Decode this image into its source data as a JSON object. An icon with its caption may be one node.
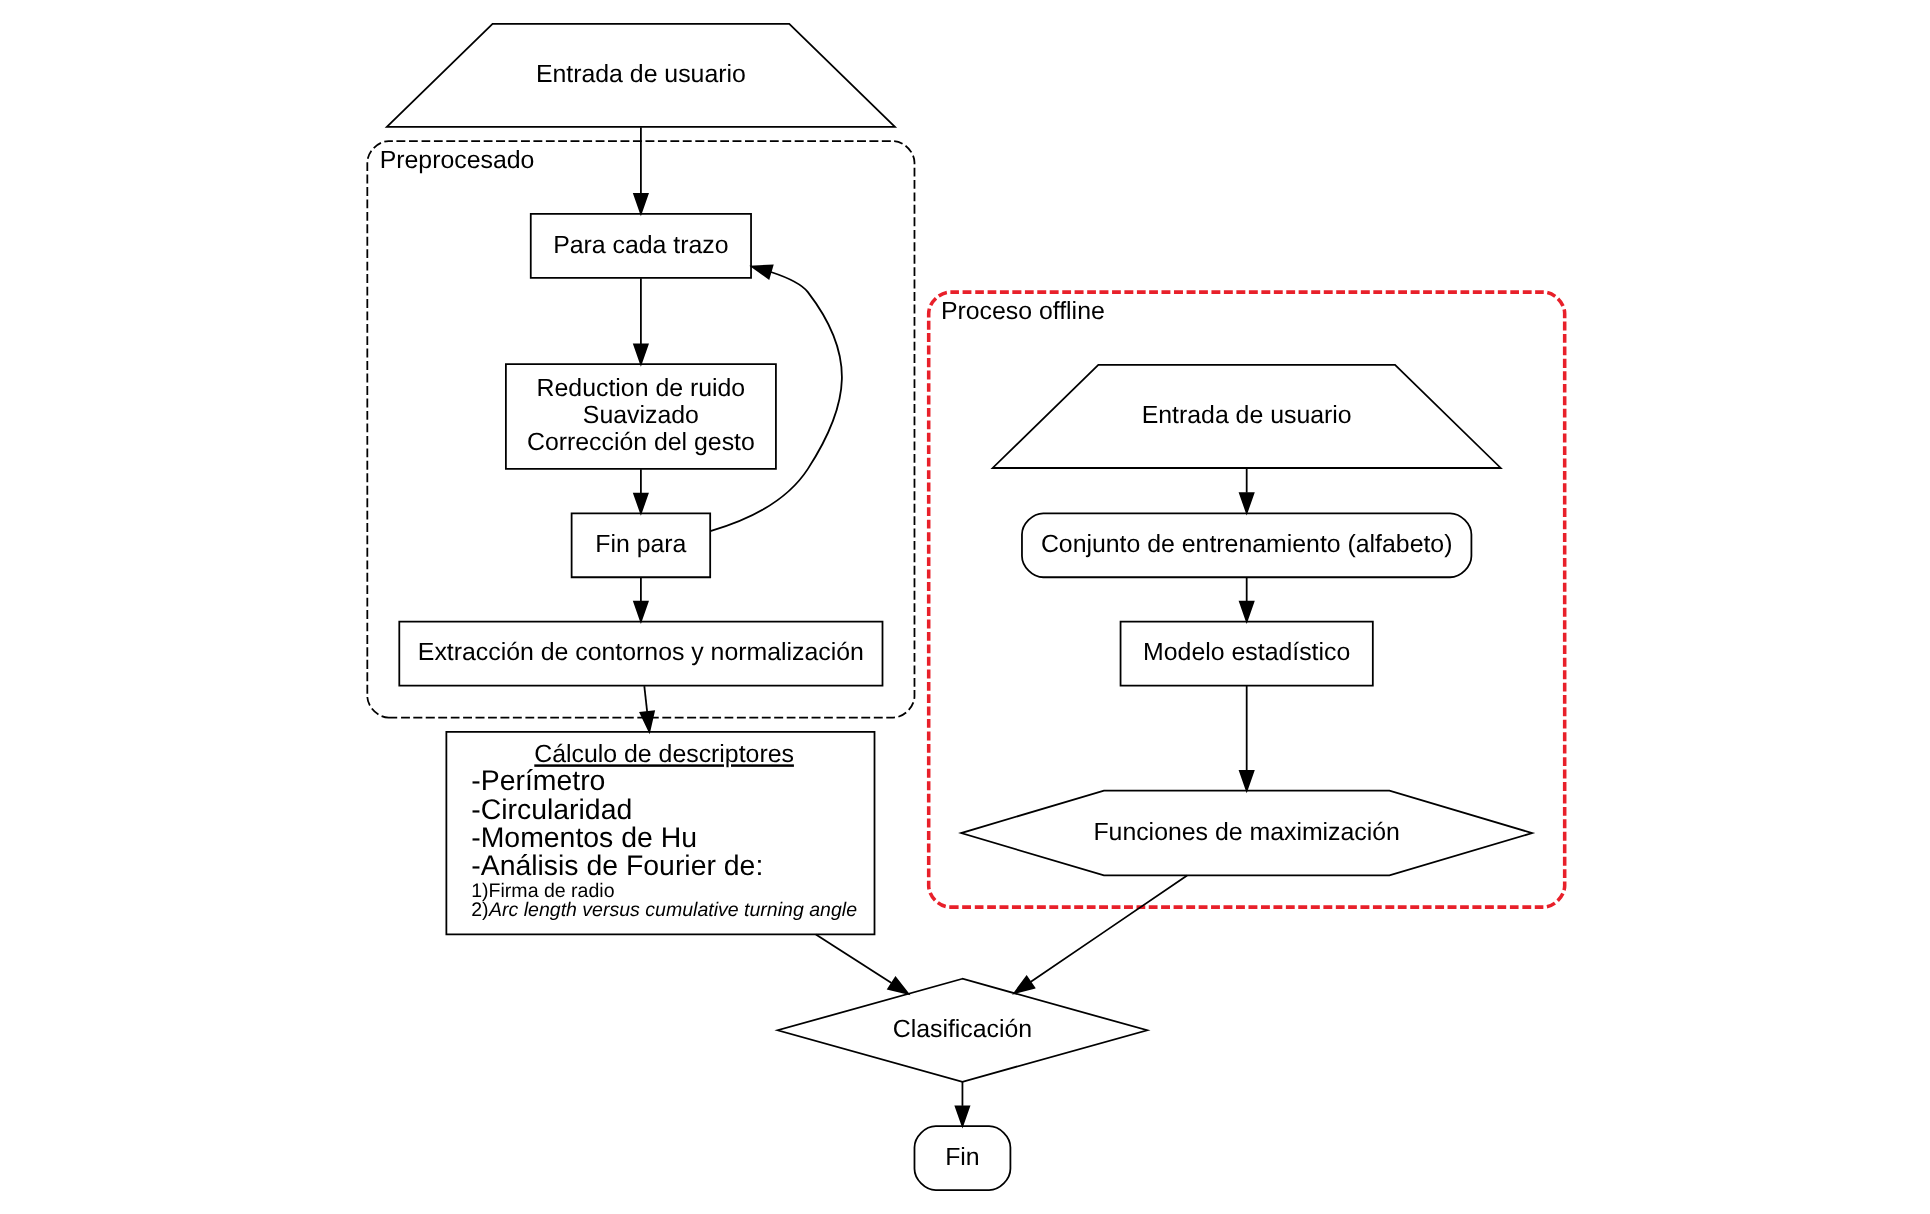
{
  "diagram": {
    "nodes": [
      {
        "text": [
          "Entrada de usuario"
        ]
      },
      {
        "text": [
          "Preprocesado"
        ]
      },
      {
        "text": [
          "Para cada trazo"
        ],
        "in": 1
      },
      {
        "text": [
          "Reduction de ruido",
          "Suavizado",
          "Corrección del gesto"
        ],
        "in": 1
      },
      {
        "text": [
          "Fin para"
        ],
        "in": 1
      },
      {
        "text": [
          "Extracción de contornos y normalización"
        ],
        "in": 1
      },
      {
        "text": [
          "Cálculo de descriptores",
          "-Perímetro",
          "-Circularidad",
          "-Momentos de Hu",
          "-Análisis de Fourier de:",
          "1)Firma de radio",
          "2)*Arc length versus cumulative turning angle*"
        ]
      },
      {
        "text": [
          "Proceso offline"
        ]
      },
      {
        "text": [
          "Entrada de usuario"
        ],
        "in": 7
      },
      {
        "text": [
          "Conjunto de entrenamiento (alfabeto)"
        ],
        "in": 7
      },
      {
        "text": [
          "Modelo estadístico"
        ],
        "in": 7
      },
      {
        "text": [
          "Funciones de maximización"
        ],
        "in": 7
      },
      {
        "text": [
          "Clasificación"
        ]
      },
      {
        "text": [
          "Fin"
        ]
      }
    ],
    "edges": [
      {
        "from": 0,
        "to": 2,
        "arrow": "to"
      },
      {
        "from": 2,
        "to": 3,
        "arrow": "to"
      },
      {
        "from": 3,
        "to": 4,
        "arrow": "to"
      },
      {
        "from": 4,
        "to": 2,
        "arrow": "to"
      },
      {
        "from": 4,
        "to": 5,
        "arrow": "to"
      },
      {
        "from": 5,
        "to": 6,
        "arrow": "to"
      },
      {
        "from": 6,
        "to": 12,
        "arrow": "to"
      },
      {
        "from": 8,
        "to": 9,
        "arrow": "to"
      },
      {
        "from": 9,
        "to": 10,
        "arrow": "to"
      },
      {
        "from": 10,
        "to": 11,
        "arrow": "to"
      },
      {
        "from": 11,
        "to": 12,
        "arrow": "to"
      },
      {
        "from": 12,
        "to": 13,
        "arrow": "to"
      }
    ]
  }
}
